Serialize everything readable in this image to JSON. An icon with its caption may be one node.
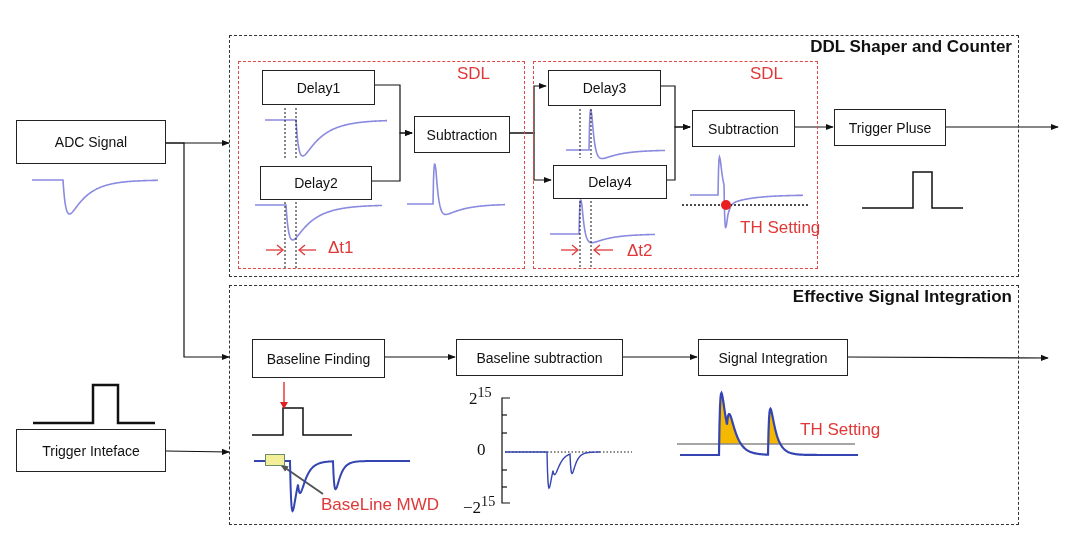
{
  "diagram": {
    "nodes": [
      {
        "text": [
          "DDL Shaper and Counter"
        ]
      },
      {
        "text": [
          "SDL"
        ],
        "in": 0
      },
      {
        "text": [
          "SDL"
        ],
        "in": 0
      },
      {
        "text": [
          "Delay1"
        ],
        "in": 1
      },
      {
        "text": [
          "Delay2"
        ],
        "in": 1
      },
      {
        "text": [
          "Subtraction"
        ],
        "in": 1
      },
      {
        "text": [
          "Delay3"
        ],
        "in": 2
      },
      {
        "text": [
          "Delay4"
        ],
        "in": 2
      },
      {
        "text": [
          "Subtraction"
        ],
        "in": 2
      },
      {
        "text": [
          "Trigger Pluse"
        ],
        "in": 0
      },
      {
        "text": [
          "ADC Signal"
        ]
      },
      {
        "text": [
          "Effective Signal Integration"
        ]
      },
      {
        "text": [
          "Baseline Finding"
        ],
        "in": 11
      },
      {
        "text": [
          "Baseline subtraction"
        ],
        "in": 11
      },
      {
        "text": [
          "Signal Integration"
        ],
        "in": 11
      },
      {
        "text": [
          "Trigger Inteface"
        ]
      },
      {
        "text": [
          "BaseLine MWD"
        ],
        "in": 11
      },
      {
        "text": [],
        "shape": "box",
        "in": 11
      }
    ],
    "edges": [
      {
        "from": 10,
        "to": 0,
        "arrow": "to"
      },
      {
        "from": 10,
        "to": 11,
        "arrow": "to"
      },
      {
        "from": 3,
        "to": 5,
        "arrow": "to"
      },
      {
        "from": 4,
        "to": 5,
        "arrow": "to"
      },
      {
        "from": 5,
        "to": 6,
        "arrow": "to"
      },
      {
        "from": 5,
        "to": 7,
        "arrow": "to"
      },
      {
        "from": 6,
        "to": 8,
        "arrow": "to"
      },
      {
        "from": 7,
        "to": 8,
        "arrow": "to"
      },
      {
        "from": 8,
        "to": 9,
        "arrow": "to"
      },
      {
        "from": 9,
        "to": null,
        "arrow": "to"
      },
      {
        "from": 15,
        "to": 11,
        "arrow": "to"
      },
      {
        "from": 12,
        "to": 13,
        "arrow": "to"
      },
      {
        "from": 13,
        "to": 14,
        "arrow": "to"
      },
      {
        "from": 14,
        "to": null,
        "arrow": "to"
      },
      {
        "from": 16,
        "to": 17,
        "arrow": "to",
        "color": "#555555"
      }
    ],
    "labels": [
      "Δt1",
      "Δt2",
      "TH Setting",
      "2$^{15}$",
      "TH Setting",
      "0",
      "−2$^{15}$"
    ]
  }
}
